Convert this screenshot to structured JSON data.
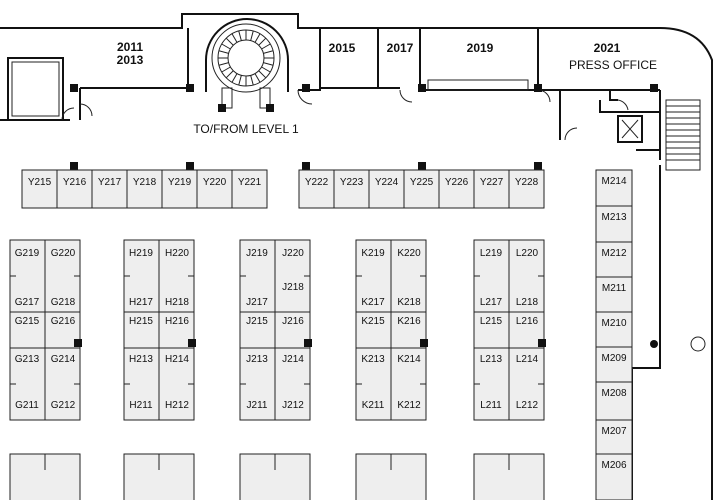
{
  "rooms": {
    "r2011": "2011",
    "r2013": "2013",
    "r2015": "2015",
    "r2017": "2017",
    "r2019": "2019",
    "r2021": "2021",
    "press_office": "PRESS OFFICE"
  },
  "stair_label": "TO/FROM LEVEL 1",
  "y_row": [
    "Y215",
    "Y216",
    "Y217",
    "Y218",
    "Y219",
    "Y220",
    "Y221",
    "Y222",
    "Y223",
    "Y224",
    "Y225",
    "Y226",
    "Y227",
    "Y228"
  ],
  "m_column": [
    "M214",
    "M213",
    "M212",
    "M211",
    "M210",
    "M209",
    "M208",
    "M207",
    "M206"
  ],
  "aisles": {
    "g": {
      "tl": [
        "G219",
        "G217",
        "G215",
        "G213",
        "G211"
      ],
      "tr": [
        "G220",
        "G218",
        "G216",
        "G214",
        "G212"
      ]
    },
    "h": {
      "tl": [
        "H219",
        "H217",
        "H215",
        "H213",
        "H211"
      ],
      "tr": [
        "H220",
        "H218",
        "H216",
        "H214",
        "H212"
      ]
    },
    "j": {
      "tl": [
        "J219",
        "J217",
        "J215",
        "J213",
        "J211"
      ],
      "tr": [
        "J220",
        "J218",
        "J216",
        "J214",
        "J212"
      ]
    },
    "k": {
      "tl": [
        "K219",
        "K217",
        "K215",
        "K213",
        "K211"
      ],
      "tr": [
        "K220",
        "K218",
        "K216",
        "K214",
        "K212"
      ]
    },
    "l": {
      "tl": [
        "L219",
        "L217",
        "L215",
        "L213",
        "L211"
      ],
      "tr": [
        "L220",
        "L218",
        "L216",
        "L214",
        "L212"
      ]
    }
  },
  "colors": {
    "booth_fill": "#eeeeee",
    "wall": "#111111",
    "background": "#ffffff"
  }
}
